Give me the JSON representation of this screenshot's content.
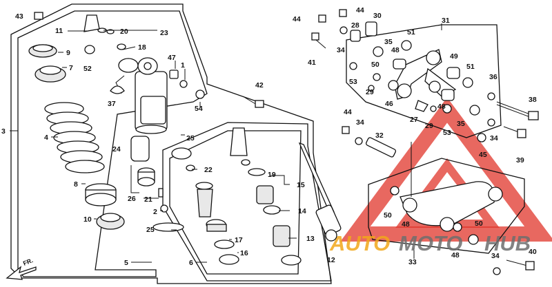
{
  "watermark": {
    "text_auto": "AUTO",
    "text_moto": "MOTO",
    "text_hub": "HUB",
    "color_red": "#e0362b",
    "color_orange": "#f2a71b",
    "color_gray": "#6e6e6e"
  },
  "direction_label": "FR.",
  "callouts": {
    "c3": "3",
    "c4": "4",
    "c5": "5",
    "c6": "6",
    "c7": "7",
    "c8": "8",
    "c9": "9",
    "c10": "10",
    "c11": "11",
    "c12": "12",
    "c13": "13",
    "c14": "14",
    "c15": "15",
    "c16": "16",
    "c17": "17",
    "c18": "18",
    "c19": "19",
    "c20": "20",
    "c21": "21",
    "c22": "22",
    "c23": "23",
    "c24": "24",
    "c25a": "25",
    "c25b": "25",
    "c26": "26",
    "c1": "1",
    "c2": "2",
    "c27": "27",
    "c28": "28",
    "c29a": "29",
    "c29b": "29",
    "c30": "30",
    "c31": "31",
    "c32": "32",
    "c33": "33",
    "c34a": "34",
    "c34b": "34",
    "c34c": "34",
    "c34d": "34",
    "c35a": "35",
    "c35b": "35",
    "c36": "36",
    "c37": "37",
    "c38": "38",
    "c39": "39",
    "c40": "40",
    "c41": "41",
    "c42": "42",
    "c43": "43",
    "c44a": "44",
    "c44b": "44",
    "c44c": "44",
    "c45": "45",
    "c46": "46",
    "c47": "47",
    "c48a": "48",
    "c48b": "48",
    "c48c": "48",
    "c48d": "48",
    "c49": "49",
    "c50a": "50",
    "c50b": "50",
    "c50c": "50",
    "c51a": "51",
    "c51b": "51",
    "c52": "52",
    "c53a": "53",
    "c53b": "53",
    "c54": "54"
  }
}
